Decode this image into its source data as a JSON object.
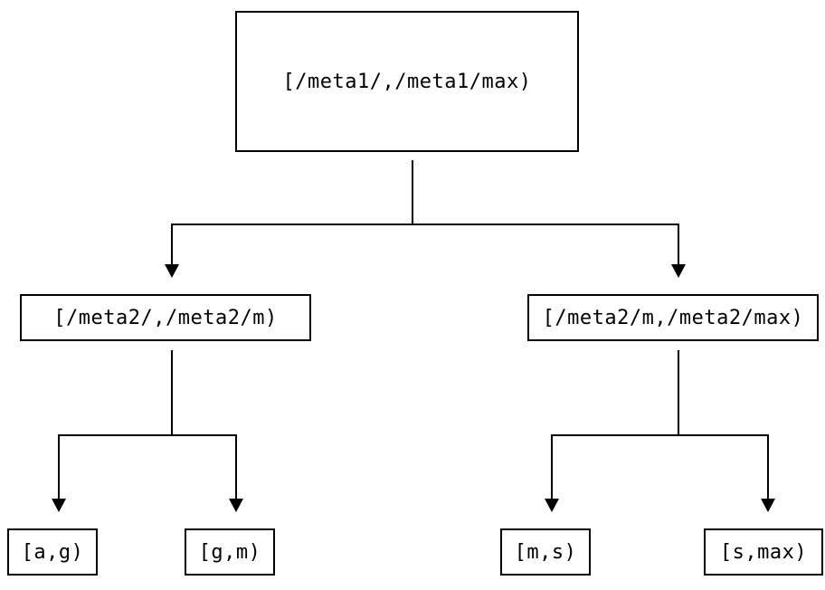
{
  "tree": {
    "root": {
      "label": "[/meta1/,/meta1/max)"
    },
    "children": [
      {
        "label": "[/meta2/,/meta2/m)"
      },
      {
        "label": "[/meta2/m,/meta2/max)"
      }
    ],
    "leaves": [
      {
        "label": "[a,g)"
      },
      {
        "label": "[g,m)"
      },
      {
        "label": "[m,s)"
      },
      {
        "label": "[s,max)"
      }
    ]
  },
  "colors": {
    "stroke": "#000000",
    "background": "#ffffff"
  }
}
